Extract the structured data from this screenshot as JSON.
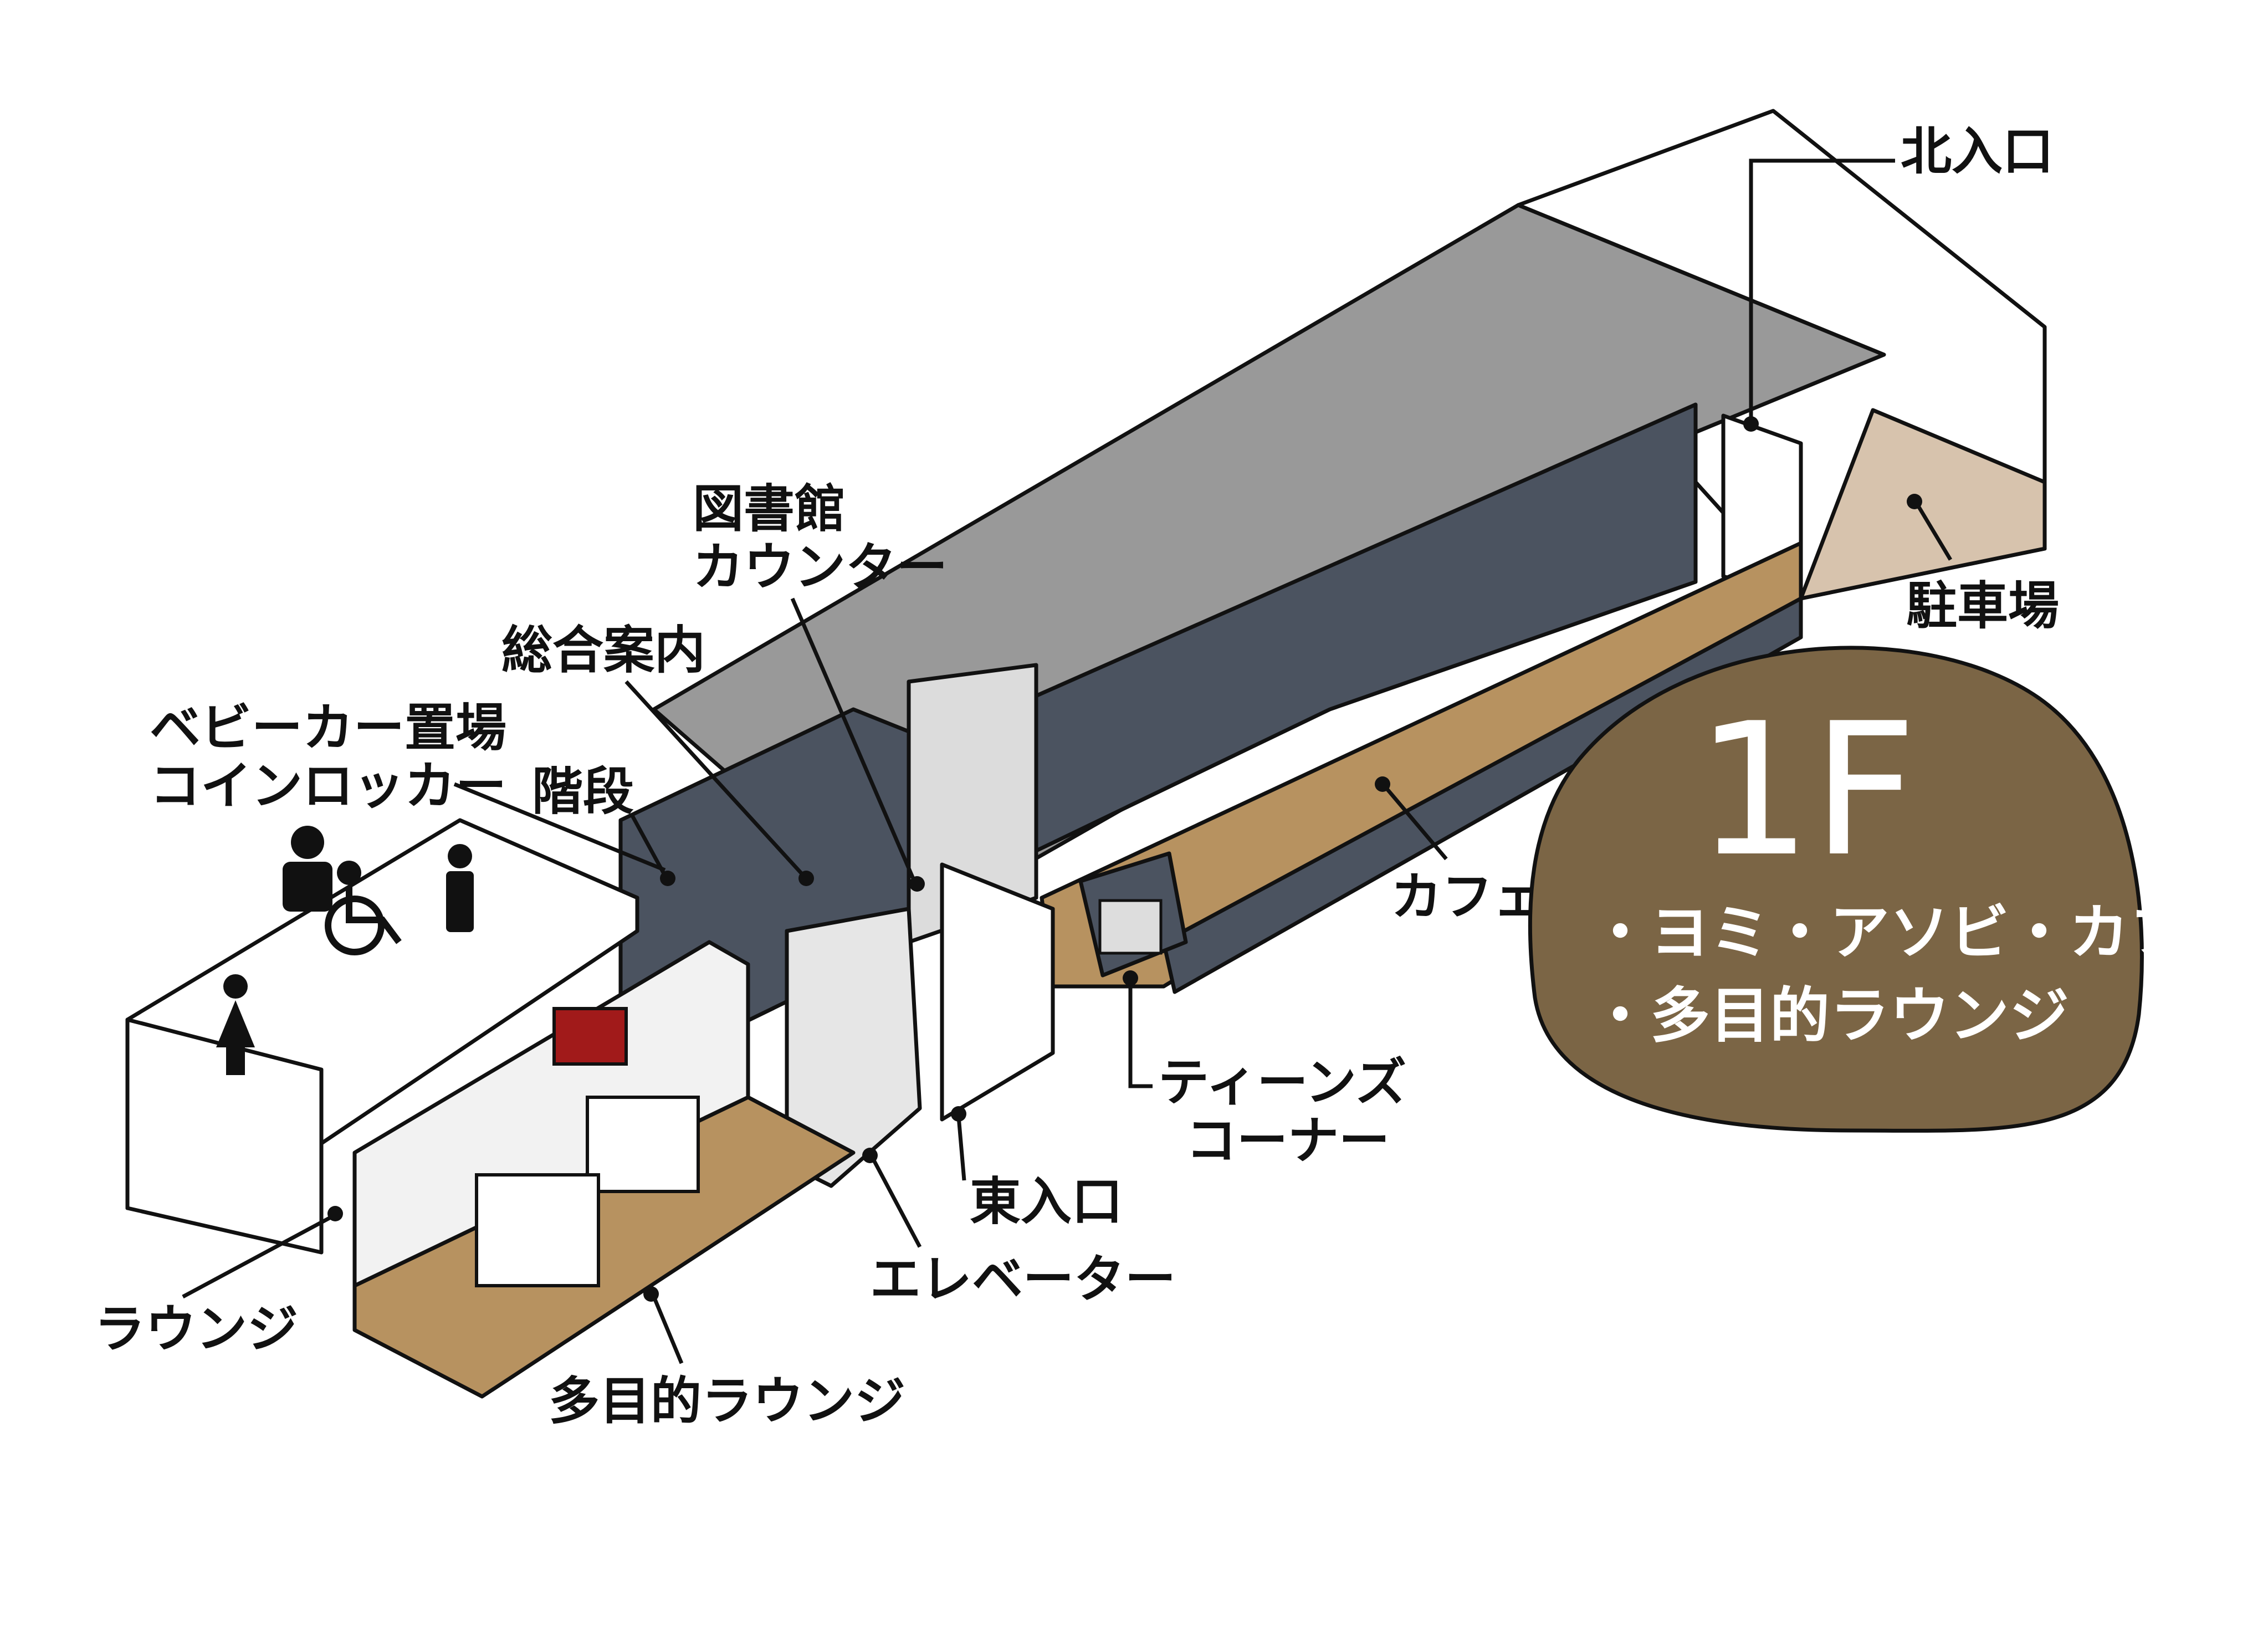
{
  "floor": {
    "title": "1F",
    "items": [
      "・ヨミ・アソビ・カフェ",
      "・多目的ラウンジ"
    ]
  },
  "labels": {
    "north_entrance": "北入口",
    "parking": "駐車場",
    "library_counter_1": "図書館",
    "library_counter_2": "カウンター",
    "info_desk": "総合案内",
    "stairs": "階段",
    "stroller_1": "ベビーカー置場",
    "stroller_2": "コインロッカー",
    "cafe": "カフェ",
    "teens_1": "ティーンズ",
    "teens_2": "コーナー",
    "east_entrance": "東入口",
    "elevator": "エレベーター",
    "lounge": "ラウンジ",
    "multipurpose_lounge": "多目的ラウンジ"
  },
  "colors": {
    "badge": "#7b6545",
    "wall_gray": "#999999",
    "floor_wood": "#b79260",
    "dark_furniture": "#4b5360",
    "parking_floor": "#d7c3ad"
  }
}
